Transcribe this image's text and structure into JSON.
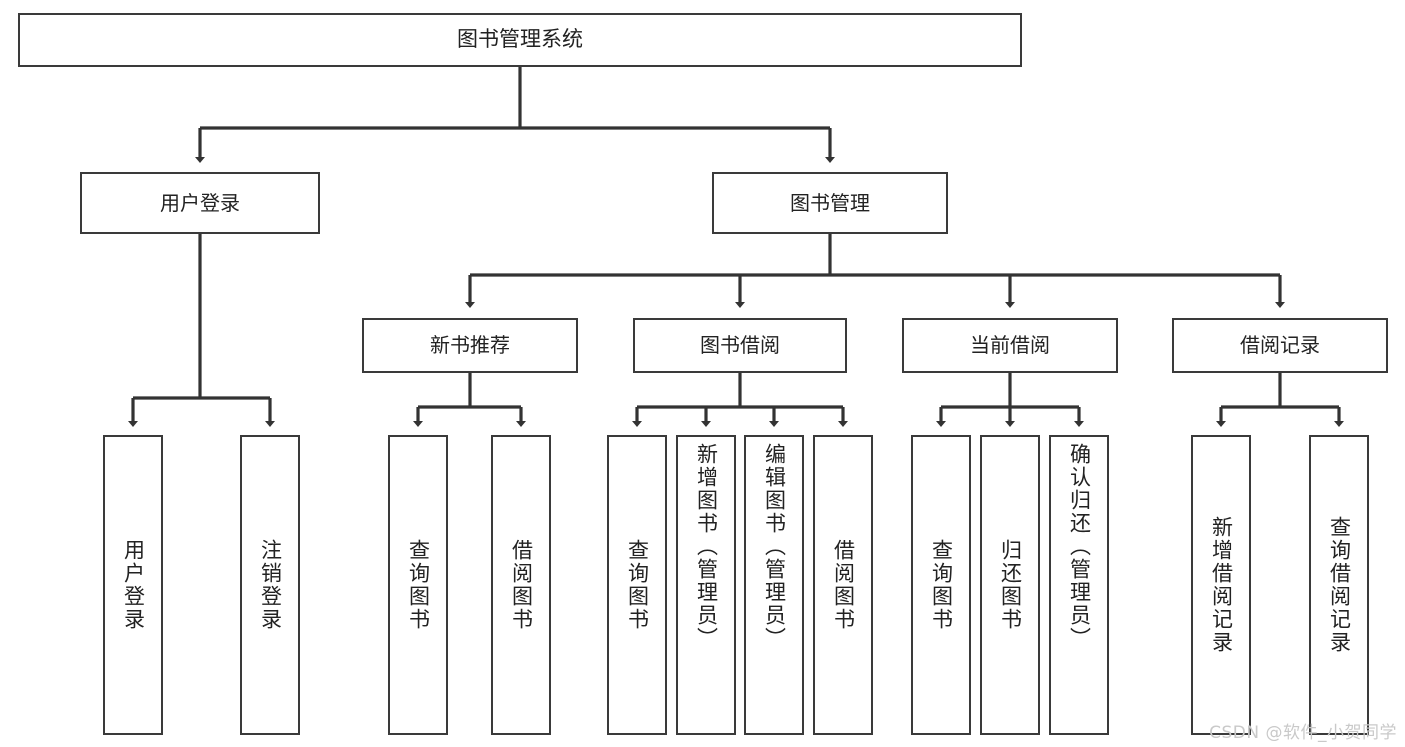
{
  "diagram": {
    "title": "图书管理系统",
    "watermark": "CSDN @软件_小贺同学",
    "colors": {
      "background": "#ffffff",
      "box_border": "#3a3a3a",
      "connector": "#333333",
      "text": "#222222",
      "watermark": "#c9c9c9"
    },
    "nodes": {
      "root": {
        "label": "图书管理系统"
      },
      "level1": [
        {
          "label": "用户登录"
        },
        {
          "label": "图书管理"
        }
      ],
      "level2": [
        {
          "label": "新书推荐"
        },
        {
          "label": "图书借阅"
        },
        {
          "label": "当前借阅"
        },
        {
          "label": "借阅记录"
        }
      ],
      "leaves": {
        "user_login": [
          {
            "label": "用户登录"
          },
          {
            "label": "注销登录"
          }
        ],
        "new_book_recommend": [
          {
            "label": "查询图书"
          },
          {
            "label": "借阅图书"
          }
        ],
        "book_borrow": [
          {
            "label": "查询图书"
          },
          {
            "label": "新增图书（管理员）"
          },
          {
            "label": "编辑图书（管理员）"
          },
          {
            "label": "借阅图书"
          }
        ],
        "current_borrow": [
          {
            "label": "查询图书"
          },
          {
            "label": "归还图书"
          },
          {
            "label": "确认归还（管理员）"
          }
        ],
        "borrow_record": [
          {
            "label": "新增借阅记录"
          },
          {
            "label": "查询借阅记录"
          }
        ]
      }
    }
  }
}
